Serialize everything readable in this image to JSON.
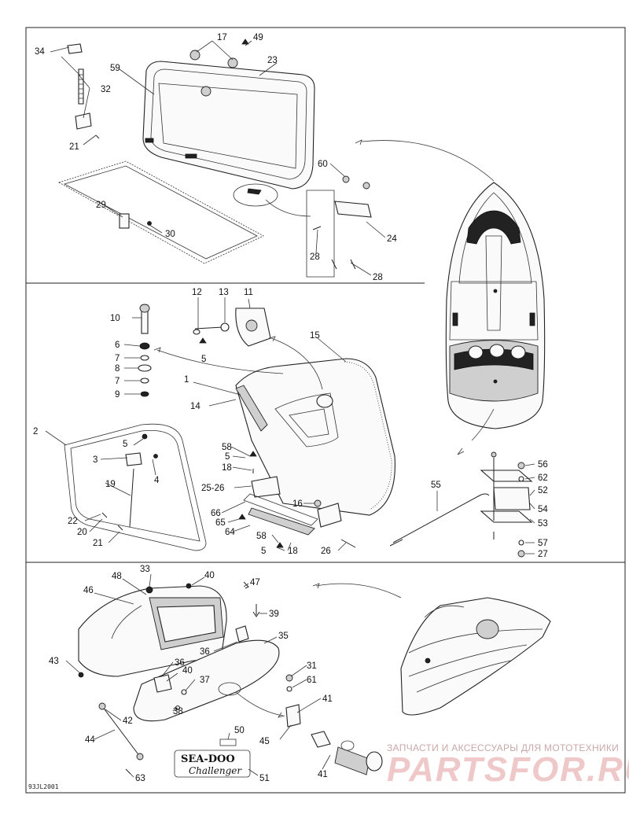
{
  "labels": {
    "n2": "2",
    "n3": "3",
    "n4": "4",
    "n5a": "5",
    "n5b": "5",
    "n5c": "5",
    "n5d": "5",
    "n6": "6",
    "n7a": "7",
    "n7b": "7",
    "n8": "8",
    "n9": "9",
    "n10": "10",
    "n11": "11",
    "n12": "12",
    "n13": "13",
    "n14": "14",
    "n15": "15",
    "n16": "16",
    "n17": "17",
    "n18a": "18",
    "n18b": "18",
    "n19": "19",
    "n20": "20",
    "n21a": "21",
    "n21b": "21",
    "n22": "22",
    "n23": "23",
    "n24": "24",
    "n2526": "25-26",
    "n26": "26",
    "n27": "27",
    "n28a": "28",
    "n28b": "28",
    "n29": "29",
    "n30": "30",
    "n31": "31",
    "n32": "32",
    "n33": "33",
    "n34": "34",
    "n35": "35",
    "n36a": "36",
    "n36b": "36",
    "n37": "37",
    "n38": "38",
    "n39": "39",
    "n40a": "40",
    "n40b": "40",
    "n41a": "41",
    "n41b": "41",
    "n42": "42",
    "n43": "43",
    "n44": "44",
    "n45": "45",
    "n46": "46",
    "n47": "47",
    "n48": "48",
    "n49": "49",
    "n50": "50",
    "n51": "51",
    "n52": "52",
    "n53": "53",
    "n54": "54",
    "n55": "55",
    "n56": "56",
    "n57": "57",
    "n58a": "58",
    "n58b": "58",
    "n59": "59",
    "n60": "60",
    "n61": "61",
    "n62": "62",
    "n63": "63",
    "n64": "64",
    "n65": "65",
    "n66": "66",
    "n1": "1"
  },
  "logo": {
    "brand": "SEA-DOO",
    "model": "Challenger"
  },
  "drawing_code": "93JL2001",
  "watermark": {
    "tagline": "ЗАПЧАСТИ И АКСЕССУАРЫ ДЛЯ МОТОТЕХНИКИ",
    "site": "PARTSFOR.RU"
  },
  "colors": {
    "line": "#222222",
    "watermark": "#e8baba"
  }
}
